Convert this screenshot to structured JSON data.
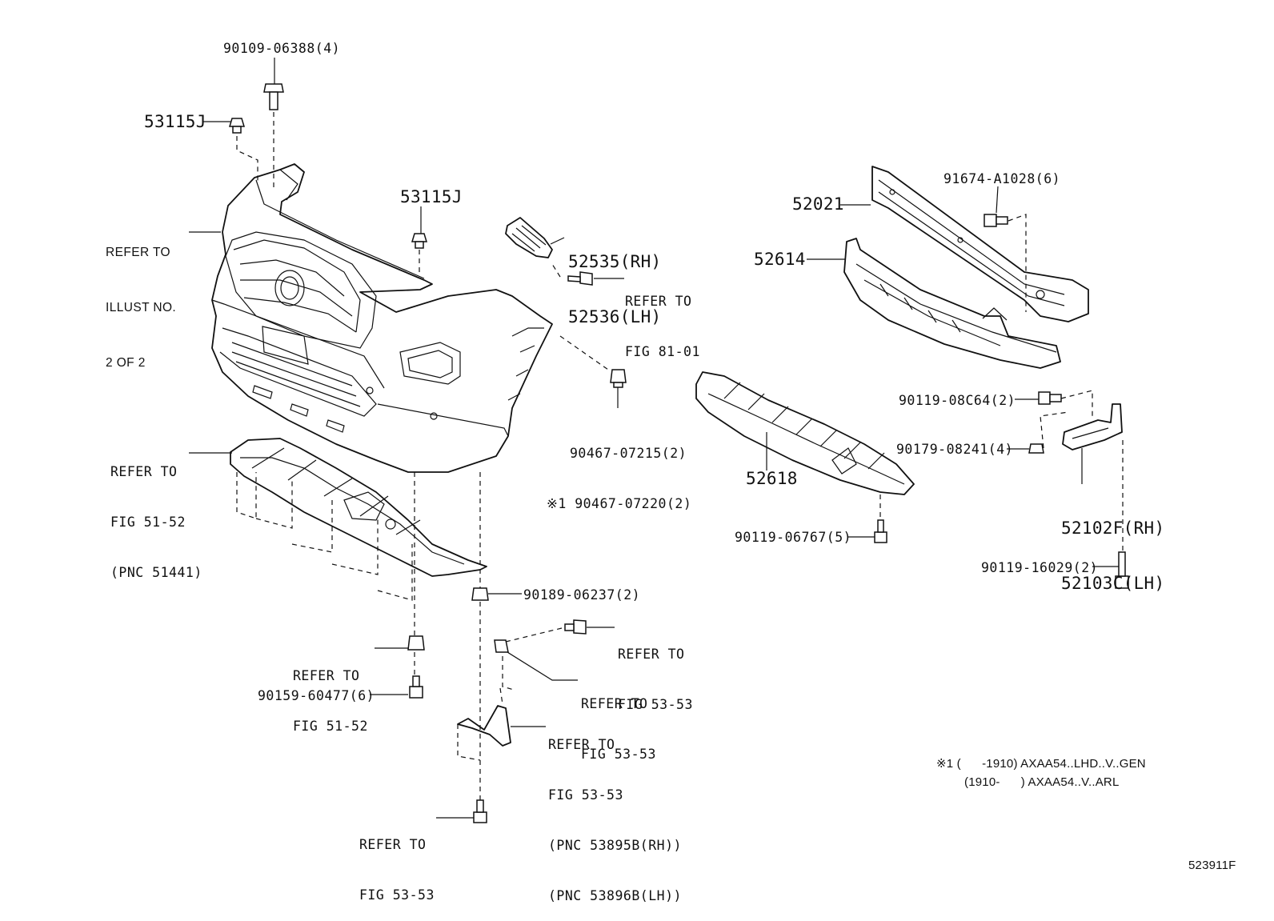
{
  "callouts": [
    {
      "id": "c1",
      "text": "90109-06388(4)"
    },
    {
      "id": "c2",
      "text": "53115J"
    },
    {
      "id": "c3",
      "text": "53115J"
    },
    {
      "id": "c4",
      "lines": [
        "REFER TO",
        "ILLUST NO.",
        "2 OF 2"
      ]
    },
    {
      "id": "c5",
      "lines": [
        "52535(RH)",
        "52536(LH)"
      ]
    },
    {
      "id": "c6",
      "lines": [
        "REFER TO",
        "FIG 81-01"
      ]
    },
    {
      "id": "c7",
      "lines": [
        "90467-07215(2)",
        "※1 90467-07220(2)"
      ]
    },
    {
      "id": "c8",
      "lines": [
        "REFER TO",
        "FIG 51-52",
        "(PNC 51441)"
      ]
    },
    {
      "id": "c9",
      "text": "90189-06237(2)"
    },
    {
      "id": "c10",
      "lines": [
        "REFER TO",
        "FIG 53-53"
      ]
    },
    {
      "id": "c11",
      "lines": [
        "REFER TO",
        "FIG 53-53"
      ]
    },
    {
      "id": "c12",
      "lines": [
        "REFER TO",
        "FIG 51-52"
      ]
    },
    {
      "id": "c13",
      "text": "90159-60477(6)"
    },
    {
      "id": "c14",
      "lines": [
        "REFER TO",
        "FIG 53-53",
        "(PNC 53895B(RH))",
        "(PNC 53896B(LH))"
      ]
    },
    {
      "id": "c15",
      "lines": [
        "REFER TO",
        "FIG 53-53"
      ]
    },
    {
      "id": "c16",
      "text": "52021"
    },
    {
      "id": "c17",
      "text": "91674-A1028(6)"
    },
    {
      "id": "c18",
      "text": "52614"
    },
    {
      "id": "c19",
      "text": "52618"
    },
    {
      "id": "c20",
      "text": "90119-06767(5)"
    },
    {
      "id": "c21",
      "text": "90119-08C64(2)"
    },
    {
      "id": "c22",
      "text": "90179-08241(4)"
    },
    {
      "id": "c23",
      "lines": [
        "52102F(RH)",
        "52103C(LH)"
      ]
    },
    {
      "id": "c24",
      "text": "90119-16029(2)"
    }
  ],
  "footnote": {
    "line1": "※1 (      -1910) AXAA54..LHD..V..GEN",
    "line2": "(1910-      ) AXAA54..V..ARL"
  },
  "illustration_id": "523911F"
}
